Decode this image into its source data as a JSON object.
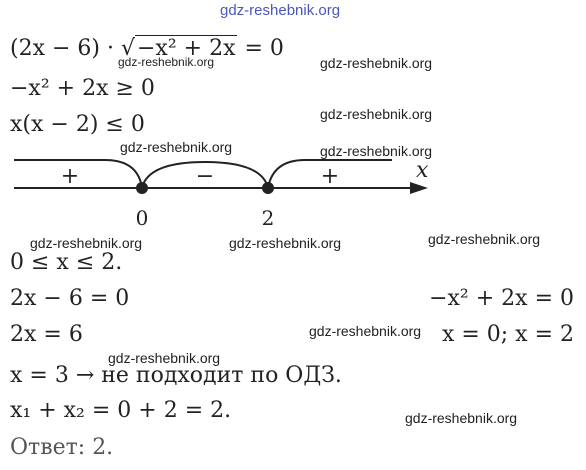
{
  "watermarks": [
    "gdz-reshebnik.org",
    "gdz-reshebnik.org",
    "gdz-reshebnik.org",
    "gdz-reshebnik.org",
    "gdz-reshebnik.org",
    "gdz-reshebnik.org",
    "gdz-reshebnik.org",
    "gdz-reshebnik.org",
    "gdz-reshebnik.org",
    "gdz-reshebnik.org",
    "gdz-reshebnik.org",
    "gdz-reshebnik.org"
  ],
  "equation": {
    "lhs": "(2x − 6) · ",
    "radicand": "−x² + 2x",
    "rhs": " = 0"
  },
  "domain_condition": "−x² + 2x ≥ 0",
  "factored_condition": "x(x − 2) ≤ 0",
  "number_line": {
    "variable": "x",
    "points": [
      "0",
      "2"
    ],
    "signs": [
      "+",
      "−",
      "+"
    ]
  },
  "domain_result": "0 ≤ x ≤ 2.",
  "case1": {
    "line1": "2x − 6 = 0",
    "line2": "2x = 6",
    "line3": "x = 3 → не подходит по ОДЗ."
  },
  "case2": {
    "line1": "−x² + 2x = 0",
    "line2": "x = 0;   x = 2"
  },
  "sum": "x₁ + x₂ = 0 + 2 = 2.",
  "answer": "Ответ: 2."
}
